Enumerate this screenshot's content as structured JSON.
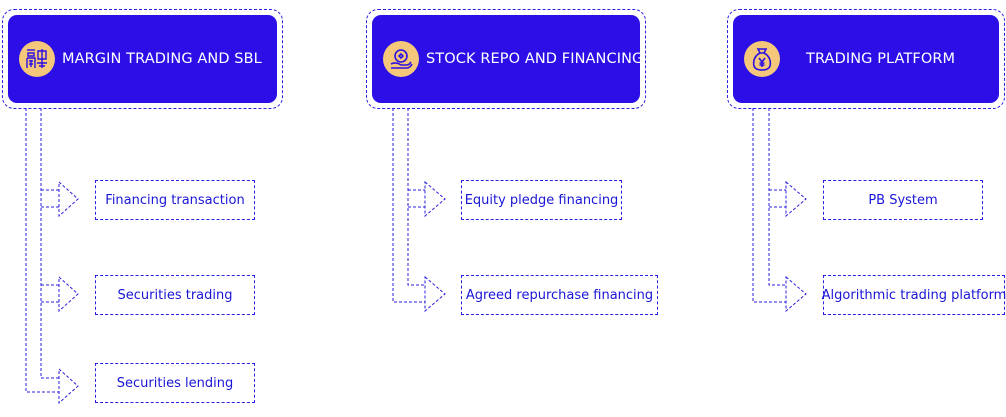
{
  "columns": [
    {
      "title": "MARGIN TRADING AND SBL",
      "icon": "rong-character-icon",
      "items": [
        "Financing transaction",
        "Securities trading",
        "Securities lending"
      ]
    },
    {
      "title": "STOCK REPO AND FINANCING",
      "icon": "hand-coin-icon",
      "items": [
        "Equity pledge financing",
        "Agreed repurchase financing"
      ]
    },
    {
      "title": "TRADING PLATFORM",
      "icon": "yen-money-bag-icon",
      "items": [
        "PB System",
        "Algorithmic trading platform"
      ]
    }
  ],
  "colors": {
    "header_fill": "#2b0fe6",
    "outline": "#2a1ee0",
    "item_text": "#1a16d6",
    "icon_fill": "#f4c77a"
  }
}
